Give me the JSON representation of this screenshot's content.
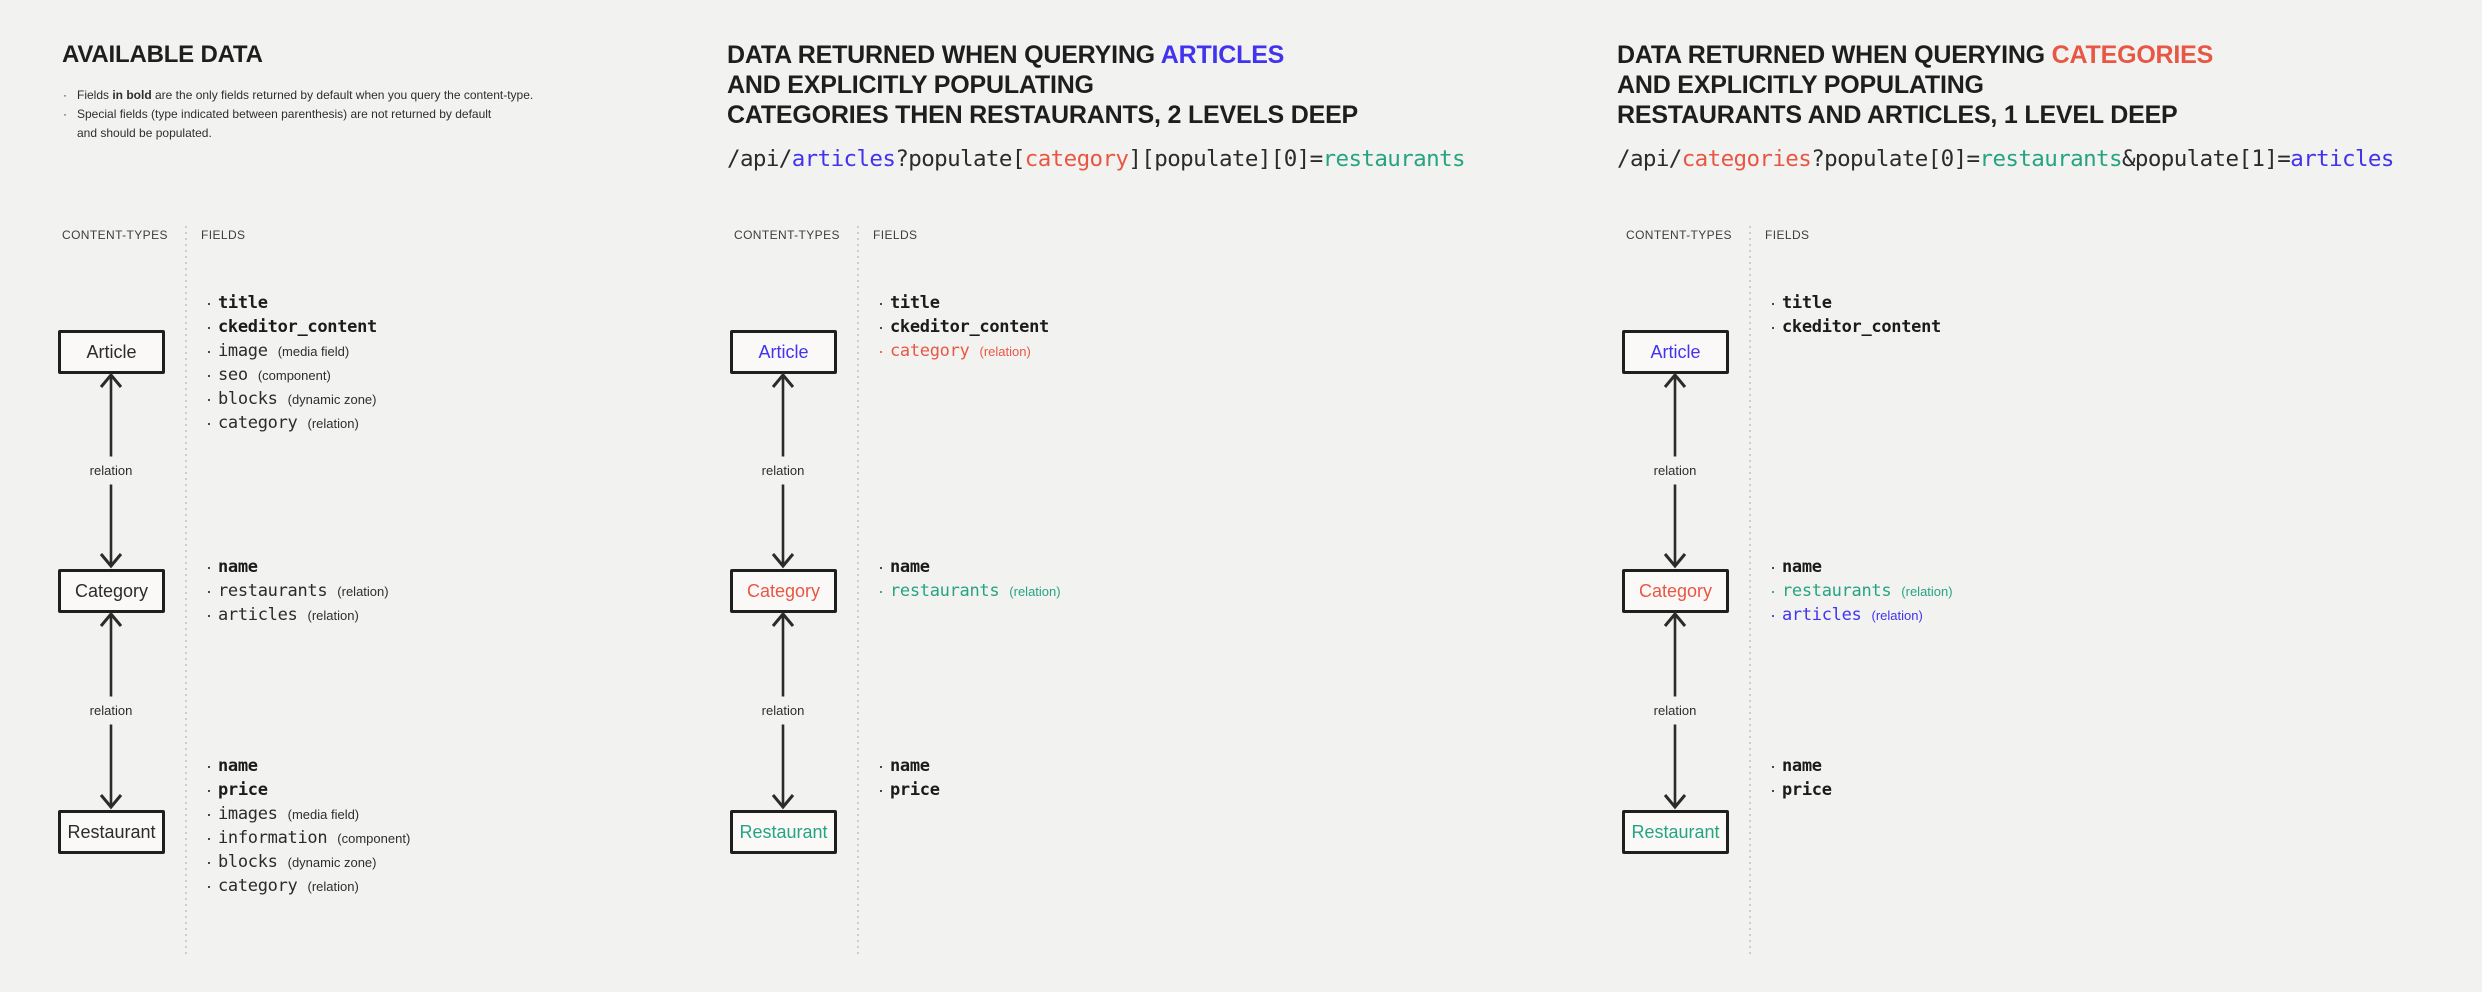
{
  "colors": {
    "background": "#f2f2f1",
    "dark": "#2b2b2b",
    "blue": "#4133ee",
    "red": "#e85744",
    "teal": "#26a482"
  },
  "relation_label": "relation",
  "column_headers": {
    "content_types": "CONTENT-TYPES",
    "fields": "FIELDS"
  },
  "panels": [
    {
      "name": "available-data",
      "title": [
        [
          {
            "t": "AVAILABLE DATA"
          }
        ]
      ],
      "notes": [
        [
          {
            "t": "Fields "
          },
          {
            "t": "in bold",
            "b": true
          },
          {
            "t": " are the only fields returned by default when you query the content-type."
          }
        ],
        [
          {
            "t": "Special fields (type indicated between parenthesis) are not returned by default"
          },
          {
            "br": true
          },
          {
            "t": "and should be populated."
          }
        ]
      ],
      "boxes": [
        {
          "label": "Article",
          "color": "dark",
          "fields": [
            {
              "name": "title",
              "bold": true,
              "color": "dark"
            },
            {
              "name": "ckeditor_content",
              "bold": true,
              "color": "dark"
            },
            {
              "name": "image",
              "type": "(media field)",
              "color": "dark"
            },
            {
              "name": "seo",
              "type": "(component)",
              "color": "dark"
            },
            {
              "name": "blocks",
              "type": "(dynamic zone)",
              "color": "dark"
            },
            {
              "name": "category",
              "type": "(relation)",
              "color": "dark"
            }
          ]
        },
        {
          "label": "Category",
          "color": "dark",
          "fields": [
            {
              "name": "name",
              "bold": true,
              "color": "dark"
            },
            {
              "name": "restaurants",
              "type": "(relation)",
              "color": "dark"
            },
            {
              "name": "articles",
              "type": "(relation)",
              "color": "dark"
            }
          ]
        },
        {
          "label": "Restaurant",
          "color": "dark",
          "fields": [
            {
              "name": "name",
              "bold": true,
              "color": "dark"
            },
            {
              "name": "price",
              "bold": true,
              "color": "dark"
            },
            {
              "name": "images",
              "type": "(media field)",
              "color": "dark"
            },
            {
              "name": "information",
              "type": "(component)",
              "color": "dark"
            },
            {
              "name": "blocks",
              "type": "(dynamic zone)",
              "color": "dark"
            },
            {
              "name": "category",
              "type": "(relation)",
              "color": "dark"
            }
          ]
        }
      ]
    },
    {
      "name": "query-articles",
      "title": [
        [
          {
            "t": "DATA RETURNED WHEN QUERYING "
          },
          {
            "t": "ARTICLES",
            "c": "blue"
          }
        ],
        [
          {
            "t": "AND EXPLICITLY POPULATING"
          }
        ],
        [
          {
            "t": "CATEGORIES THEN RESTAURANTS, 2 LEVELS DEEP"
          }
        ]
      ],
      "query": [
        {
          "t": "/api/"
        },
        {
          "t": "articles",
          "c": "blue"
        },
        {
          "t": "?populate["
        },
        {
          "t": "category",
          "c": "red"
        },
        {
          "t": "][populate][0]="
        },
        {
          "t": "restaurants",
          "c": "teal"
        }
      ],
      "boxes": [
        {
          "label": "Article",
          "color": "blue",
          "fields": [
            {
              "name": "title",
              "bold": true,
              "color": "dark"
            },
            {
              "name": "ckeditor_content",
              "bold": true,
              "color": "dark"
            },
            {
              "name": "category",
              "type": "(relation)",
              "color": "red"
            }
          ]
        },
        {
          "label": "Category",
          "color": "red",
          "fields": [
            {
              "name": "name",
              "bold": true,
              "color": "dark"
            },
            {
              "name": "restaurants",
              "type": "(relation)",
              "color": "teal"
            }
          ]
        },
        {
          "label": "Restaurant",
          "color": "teal",
          "fields": [
            {
              "name": "name",
              "bold": true,
              "color": "dark"
            },
            {
              "name": "price",
              "bold": true,
              "color": "dark"
            }
          ]
        }
      ]
    },
    {
      "name": "query-categories",
      "title": [
        [
          {
            "t": "DATA RETURNED WHEN QUERYING "
          },
          {
            "t": "CATEGORIES",
            "c": "red"
          }
        ],
        [
          {
            "t": "AND EXPLICITLY POPULATING"
          }
        ],
        [
          {
            "t": "RESTAURANTS AND ARTICLES, 1 LEVEL DEEP"
          }
        ]
      ],
      "query": [
        {
          "t": "/api/"
        },
        {
          "t": "categories",
          "c": "red"
        },
        {
          "t": "?populate[0]="
        },
        {
          "t": "restaurants",
          "c": "teal"
        },
        {
          "t": "&populate[1]="
        },
        {
          "t": "articles",
          "c": "blue"
        }
      ],
      "boxes": [
        {
          "label": "Article",
          "color": "blue",
          "fields": [
            {
              "name": "title",
              "bold": true,
              "color": "dark"
            },
            {
              "name": "ckeditor_content",
              "bold": true,
              "color": "dark"
            }
          ]
        },
        {
          "label": "Category",
          "color": "red",
          "fields": [
            {
              "name": "name",
              "bold": true,
              "color": "dark"
            },
            {
              "name": "restaurants",
              "type": "(relation)",
              "color": "teal"
            },
            {
              "name": "articles",
              "type": "(relation)",
              "color": "blue"
            }
          ]
        },
        {
          "label": "Restaurant",
          "color": "teal",
          "fields": [
            {
              "name": "name",
              "bold": true,
              "color": "dark"
            },
            {
              "name": "price",
              "bold": true,
              "color": "dark"
            }
          ]
        }
      ]
    }
  ]
}
